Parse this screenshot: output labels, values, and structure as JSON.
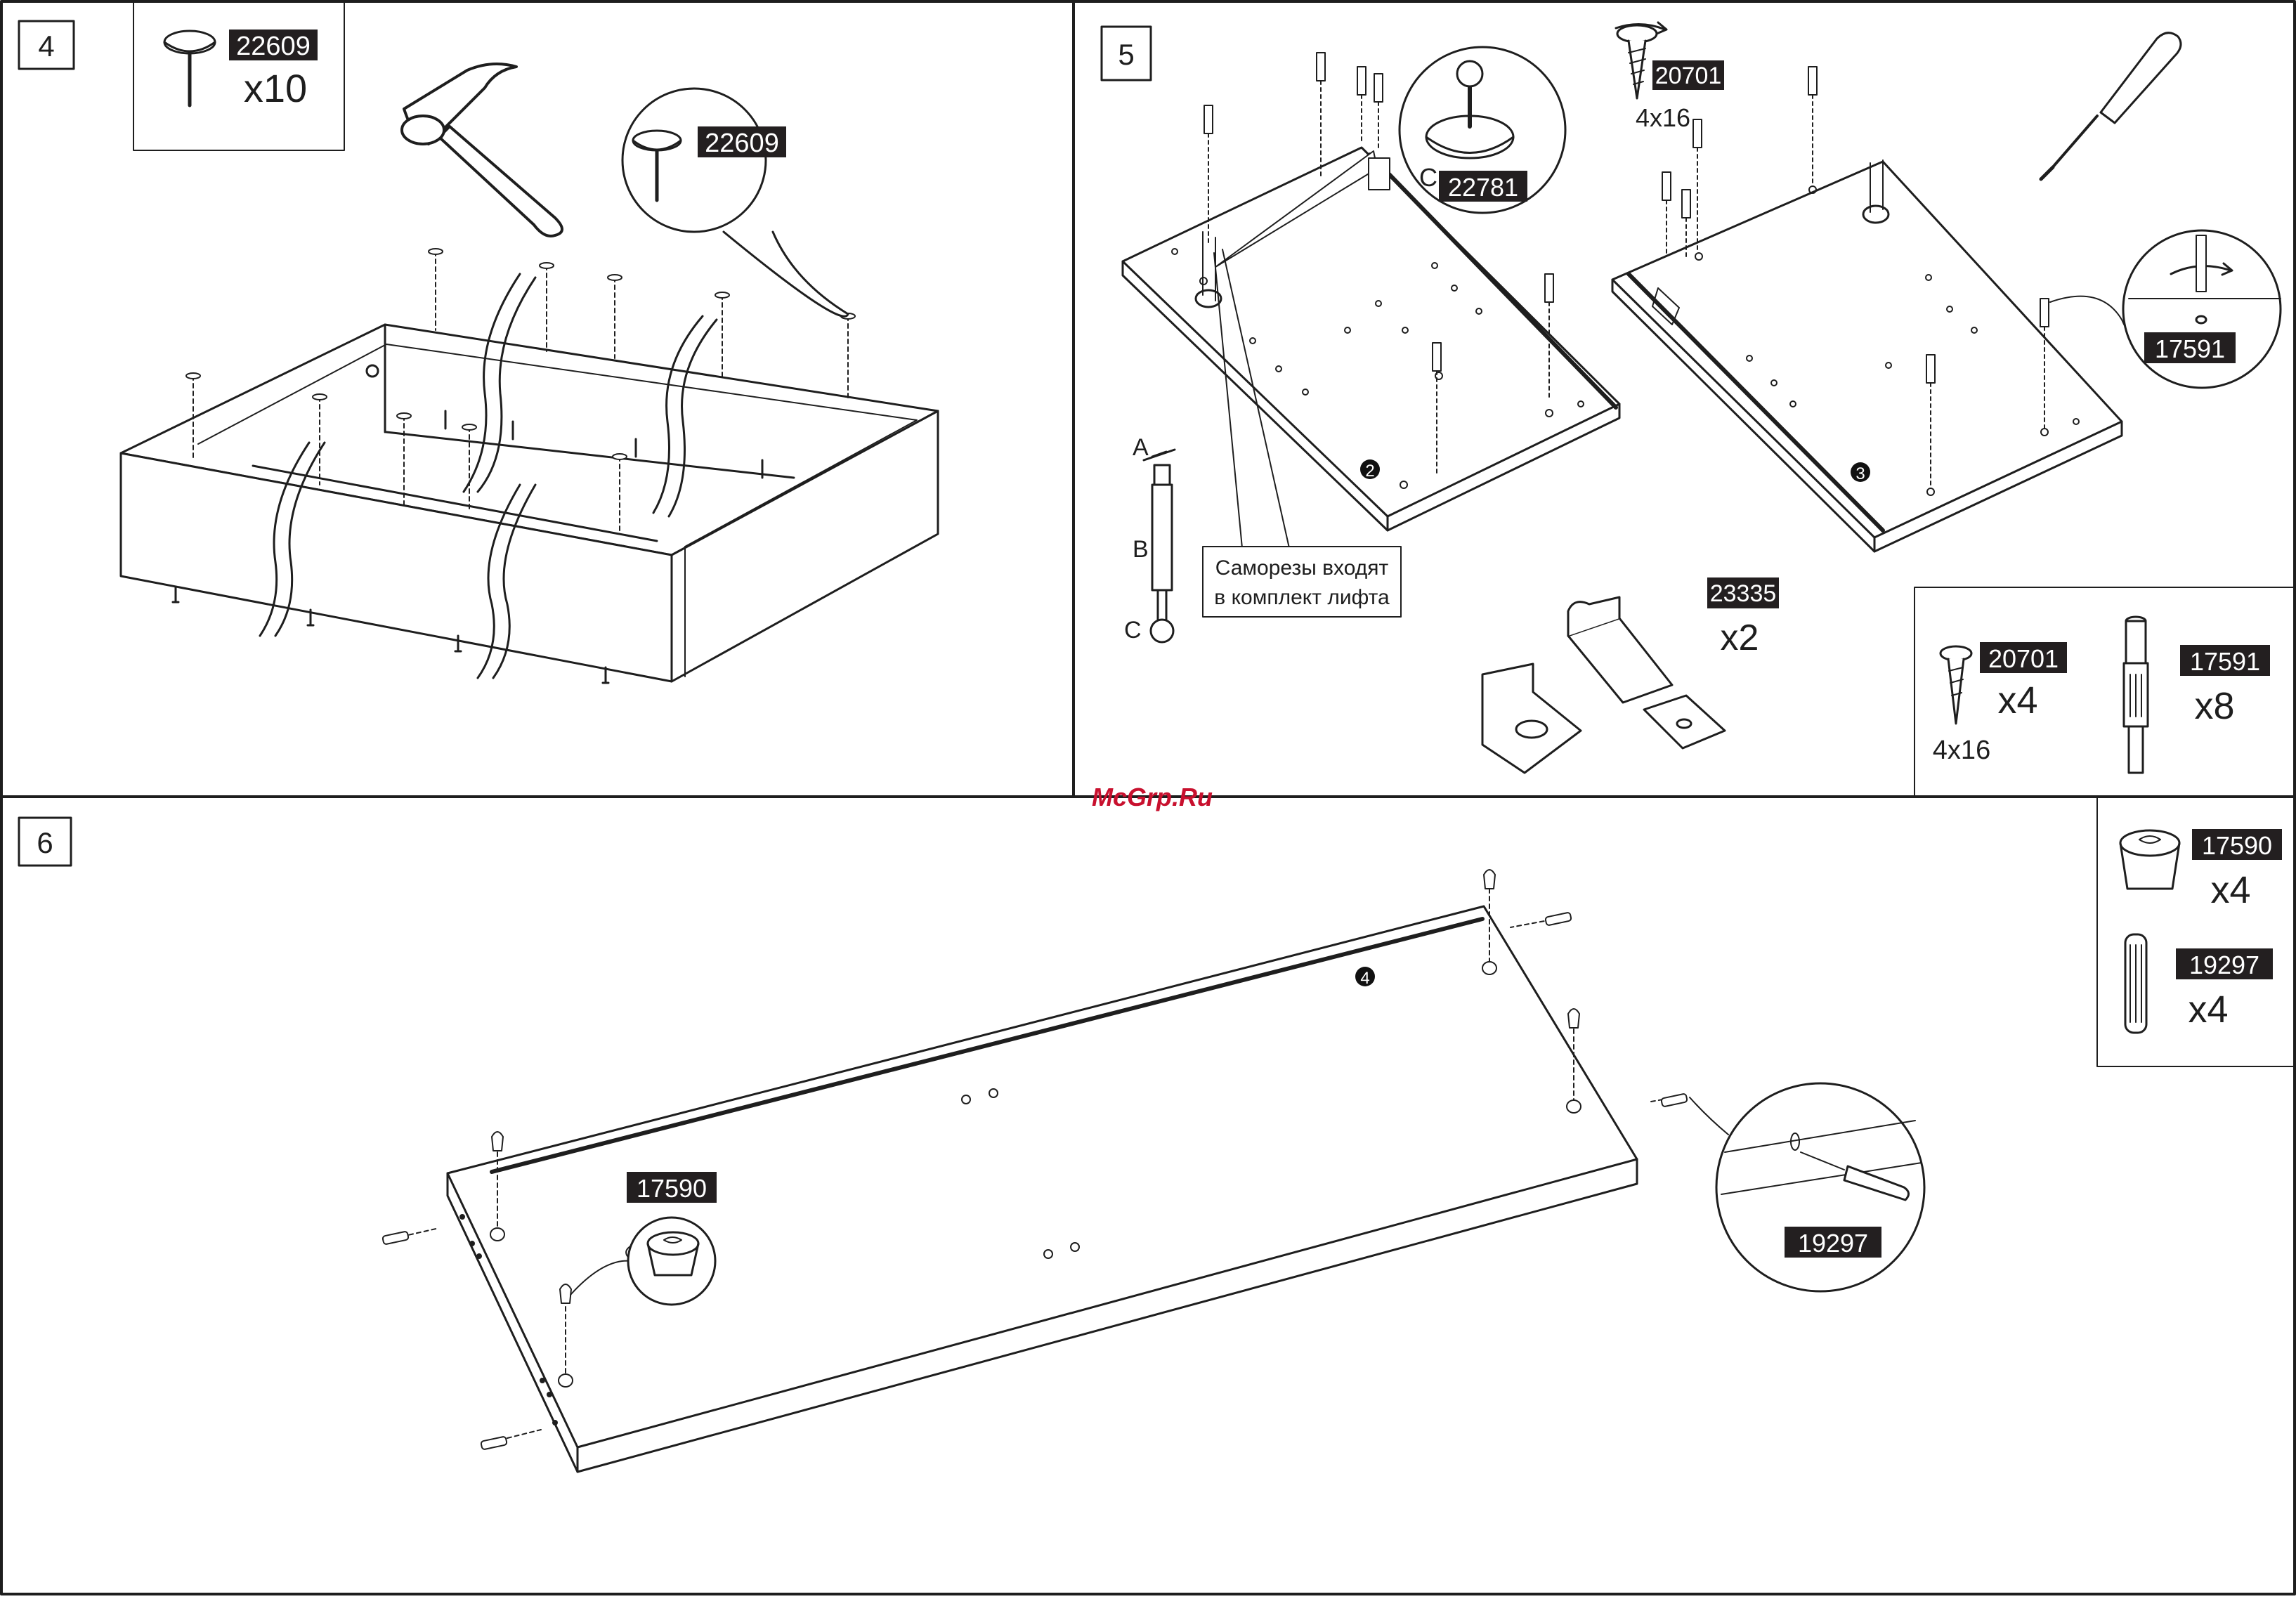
{
  "step4": {
    "number": "4",
    "legend": {
      "part_code": "22609",
      "qty": "x10"
    },
    "callout_code": "22609"
  },
  "step5": {
    "number": "5",
    "lift_labels": {
      "a": "A",
      "b": "B",
      "c": "C"
    },
    "callout_bracket": {
      "label": "C",
      "code": "22781"
    },
    "screw_callout": {
      "code": "20701",
      "size": "4x16"
    },
    "note": {
      "line1": "Саморезы входят",
      "line2": "в комплект лифта"
    },
    "panel_numbers": [
      "2",
      "3"
    ],
    "bracket_part": {
      "code": "23335",
      "qty": "x2"
    },
    "confirmat_callout_code": "17591",
    "legend": {
      "screw_code": "20701",
      "screw_qty": "x4",
      "screw_size": "4x16",
      "confirmat_code": "17591",
      "confirmat_qty": "x8"
    }
  },
  "watermark": "McGrp.Ru",
  "step6": {
    "number": "6",
    "panel_number": "4",
    "cam_callout_code": "17590",
    "dowel_callout_code": "19297",
    "legend": {
      "cam_code": "17590",
      "cam_qty": "x4",
      "dowel_code": "19297",
      "dowel_qty": "x4"
    }
  },
  "colors": {
    "line": "#1e1e1e",
    "label_bg": "#231f20",
    "label_text": "#ffffff",
    "watermark": "#c8102e"
  }
}
